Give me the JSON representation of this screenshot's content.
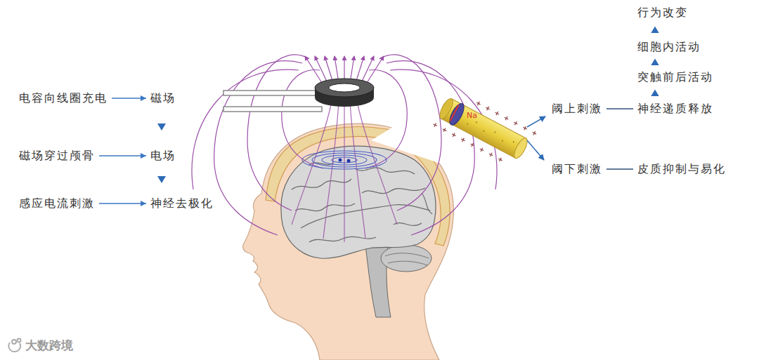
{
  "diagram": {
    "nodes": [
      {
        "text": [
          "电容向线圈充电"
        ]
      },
      {
        "text": [
          "磁场"
        ]
      },
      {
        "text": [
          "磁场穿过颅骨"
        ]
      },
      {
        "text": [
          "电场"
        ]
      },
      {
        "text": [
          "感应电流刺激"
        ]
      },
      {
        "text": [
          "神经去极化"
        ]
      },
      {
        "text": [
          "行为改变"
        ]
      },
      {
        "text": [
          "细胞内活动"
        ]
      },
      {
        "text": [
          "突触前后活动"
        ]
      },
      {
        "text": [
          "阈上刺激"
        ]
      },
      {
        "text": [
          "神经递质释放"
        ]
      },
      {
        "text": [
          "阈下刺激"
        ]
      },
      {
        "text": [
          "皮质抑制与易化"
        ]
      }
    ],
    "edges": [
      {
        "from": 0,
        "to": 1,
        "arrow": "to"
      },
      {
        "from": 1,
        "to": 3,
        "arrow": "to"
      },
      {
        "from": 2,
        "to": 3,
        "arrow": "to"
      },
      {
        "from": 3,
        "to": 5,
        "arrow": "to"
      },
      {
        "from": 4,
        "to": 5,
        "arrow": "to"
      },
      {
        "from": 9,
        "to": 10,
        "arrow": "none"
      },
      {
        "from": 10,
        "to": 8,
        "arrow": "to"
      },
      {
        "from": 8,
        "to": 7,
        "arrow": "to"
      },
      {
        "from": 7,
        "to": 6,
        "arrow": "to"
      },
      {
        "from": 11,
        "to": 12,
        "arrow": "none"
      }
    ],
    "labels": [
      "Na",
      "大数跨境"
    ]
  }
}
